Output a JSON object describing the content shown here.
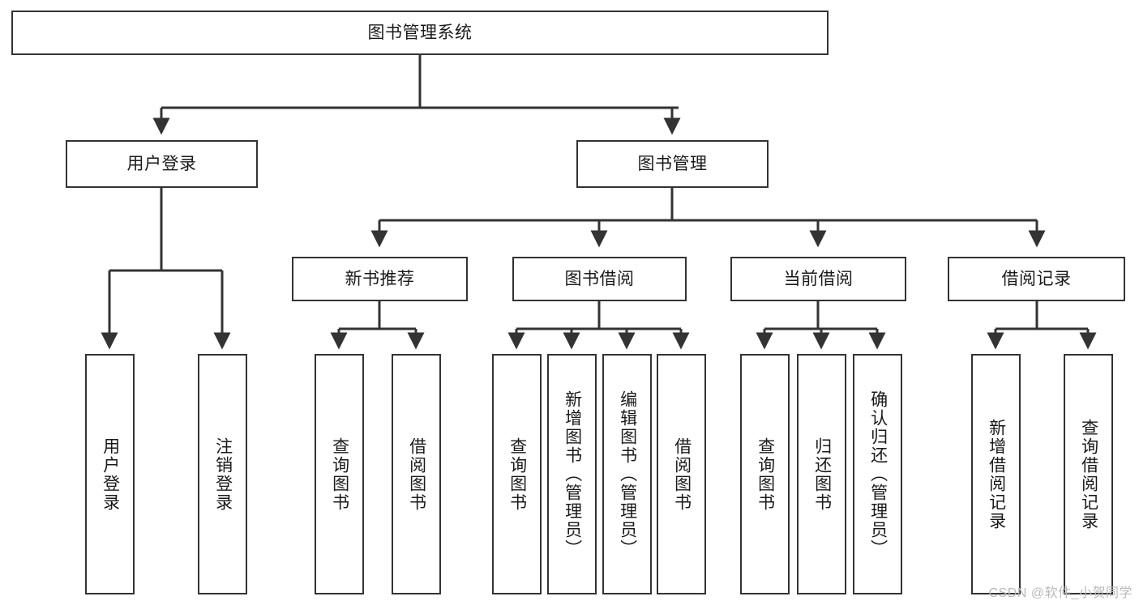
{
  "diagram": {
    "type": "tree",
    "title": "图书管理系统",
    "orientation": "top-down",
    "edge_color": "#333333",
    "box_border_color": "#333333",
    "box_fill_color": "#ffffff",
    "text_color": "#1a1a1a"
  },
  "nodes": {
    "root": {
      "label": "图书管理系统"
    },
    "level2": [
      {
        "id": "user_login",
        "label": "用户登录"
      },
      {
        "id": "book_manage",
        "label": "图书管理"
      }
    ],
    "level3": [
      {
        "id": "new_book_rec",
        "label": "新书推荐"
      },
      {
        "id": "book_borrow",
        "label": "图书借阅"
      },
      {
        "id": "current_borrow",
        "label": "当前借阅"
      },
      {
        "id": "borrow_record",
        "label": "借阅记录"
      }
    ],
    "leaves": {
      "user_login": [
        {
          "id": "leaf_user_login",
          "label": "用户登录"
        },
        {
          "id": "leaf_logout",
          "label": "注销登录"
        }
      ],
      "new_book_rec": [
        {
          "id": "leaf_query_book_1",
          "label": "查询图书"
        },
        {
          "id": "leaf_borrow_book_1",
          "label": "借阅图书"
        }
      ],
      "book_borrow": [
        {
          "id": "leaf_query_book_2",
          "label": "查询图书"
        },
        {
          "id": "leaf_add_book",
          "label": "新增图书（管理员）"
        },
        {
          "id": "leaf_edit_book",
          "label": "编辑图书（管理员）"
        },
        {
          "id": "leaf_borrow_book_2",
          "label": "借阅图书"
        }
      ],
      "current_borrow": [
        {
          "id": "leaf_query_book_3",
          "label": "查询图书"
        },
        {
          "id": "leaf_return_book",
          "label": "归还图书"
        },
        {
          "id": "leaf_confirm_return",
          "label": "确认归还（管理员）"
        }
      ],
      "borrow_record": [
        {
          "id": "leaf_add_record",
          "label": "新增借阅记录"
        },
        {
          "id": "leaf_query_record",
          "label": "查询借阅记录"
        }
      ]
    }
  },
  "watermark": {
    "text": "CSDN @软件_小贺同学"
  }
}
